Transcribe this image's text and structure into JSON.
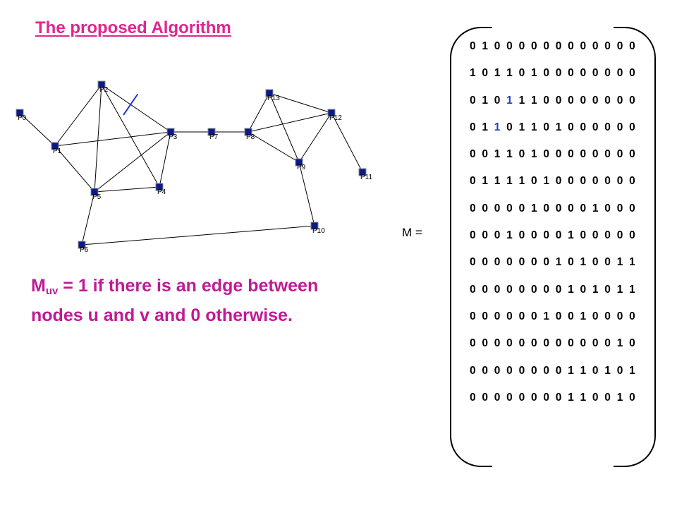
{
  "title": "The proposed Algorithm",
  "caption": {
    "symbol": "M",
    "subscript": "uv",
    "line1_rest": " = 1 if there is an edge between",
    "line2": "nodes u and v and 0 otherwise."
  },
  "matrix_label": "M =",
  "colors": {
    "title": "#e0258f",
    "caption": "#c01a96",
    "node_fill": "#0a1a8c",
    "highlight": "#1f3ec9",
    "cut_mark": "#1f3ec9"
  },
  "graph": {
    "nodes": [
      {
        "id": "P0",
        "label": "P0"
      },
      {
        "id": "P1",
        "label": "P1"
      },
      {
        "id": "P2",
        "label": "P2"
      },
      {
        "id": "P3",
        "label": "P3"
      },
      {
        "id": "P4",
        "label": "P4"
      },
      {
        "id": "P5",
        "label": "P5"
      },
      {
        "id": "P6",
        "label": "P6"
      },
      {
        "id": "P7",
        "label": "P7"
      },
      {
        "id": "P8",
        "label": "P8"
      },
      {
        "id": "P9",
        "label": "P9"
      },
      {
        "id": "P10",
        "label": "P10"
      },
      {
        "id": "P11",
        "label": "P11"
      },
      {
        "id": "P12",
        "label": "P12"
      },
      {
        "id": "P13",
        "label": "P13"
      }
    ],
    "edges": [
      [
        "P0",
        "P1"
      ],
      [
        "P1",
        "P2"
      ],
      [
        "P1",
        "P3"
      ],
      [
        "P1",
        "P5"
      ],
      [
        "P2",
        "P3"
      ],
      [
        "P2",
        "P4"
      ],
      [
        "P2",
        "P5"
      ],
      [
        "P3",
        "P4"
      ],
      [
        "P3",
        "P5"
      ],
      [
        "P3",
        "P7"
      ],
      [
        "P4",
        "P5"
      ],
      [
        "P5",
        "P6"
      ],
      [
        "P6",
        "P10"
      ],
      [
        "P7",
        "P8"
      ],
      [
        "P8",
        "P13"
      ],
      [
        "P8",
        "P12"
      ],
      [
        "P8",
        "P9"
      ],
      [
        "P9",
        "P13"
      ],
      [
        "P9",
        "P12"
      ],
      [
        "P9",
        "P10"
      ],
      [
        "P12",
        "P13"
      ],
      [
        "P12",
        "P11"
      ]
    ],
    "cut_edge": [
      "P2",
      "P3"
    ]
  },
  "matrix": {
    "rows": [
      "0 1 0 0 0 0 0 0 0 0 0 0 0 0",
      "1 0 1 1 0 1 0 0 0 0 0 0 0 0",
      "0 1 0 1 1 1 0 0 0 0 0 0 0 0",
      "0 1 1 0 1 1 0 1 0 0 0 0 0 0",
      "0 0 1 1 0 1 0 0 0 0 0 0 0 0",
      "0 1 1 1 1 0 1 0 0 0 0 0 0 0",
      "0 0 0 0 0 1 0 0 0 0 1 0 0 0",
      "0 0 0 1 0 0 0 0 1 0 0 0 0 0",
      "0 0 0 0 0 0 0 1 0 1 0 0 1 1",
      "0 0 0 0 0 0 0 0 1 0 1 0 1 1",
      "0 0 0 0 0 0 1 0 0 1 0 0 0 0",
      "0 0 0 0 0 0 0 0 0 0 0 0 1 0",
      "0 0 0 0 0 0 0 0 1 1 0 1 0 1",
      "0 0 0 0 0 0 0 0 1 1 0 0 1 0"
    ],
    "highlighted_cells": [
      [
        2,
        3
      ],
      [
        3,
        2
      ]
    ]
  }
}
